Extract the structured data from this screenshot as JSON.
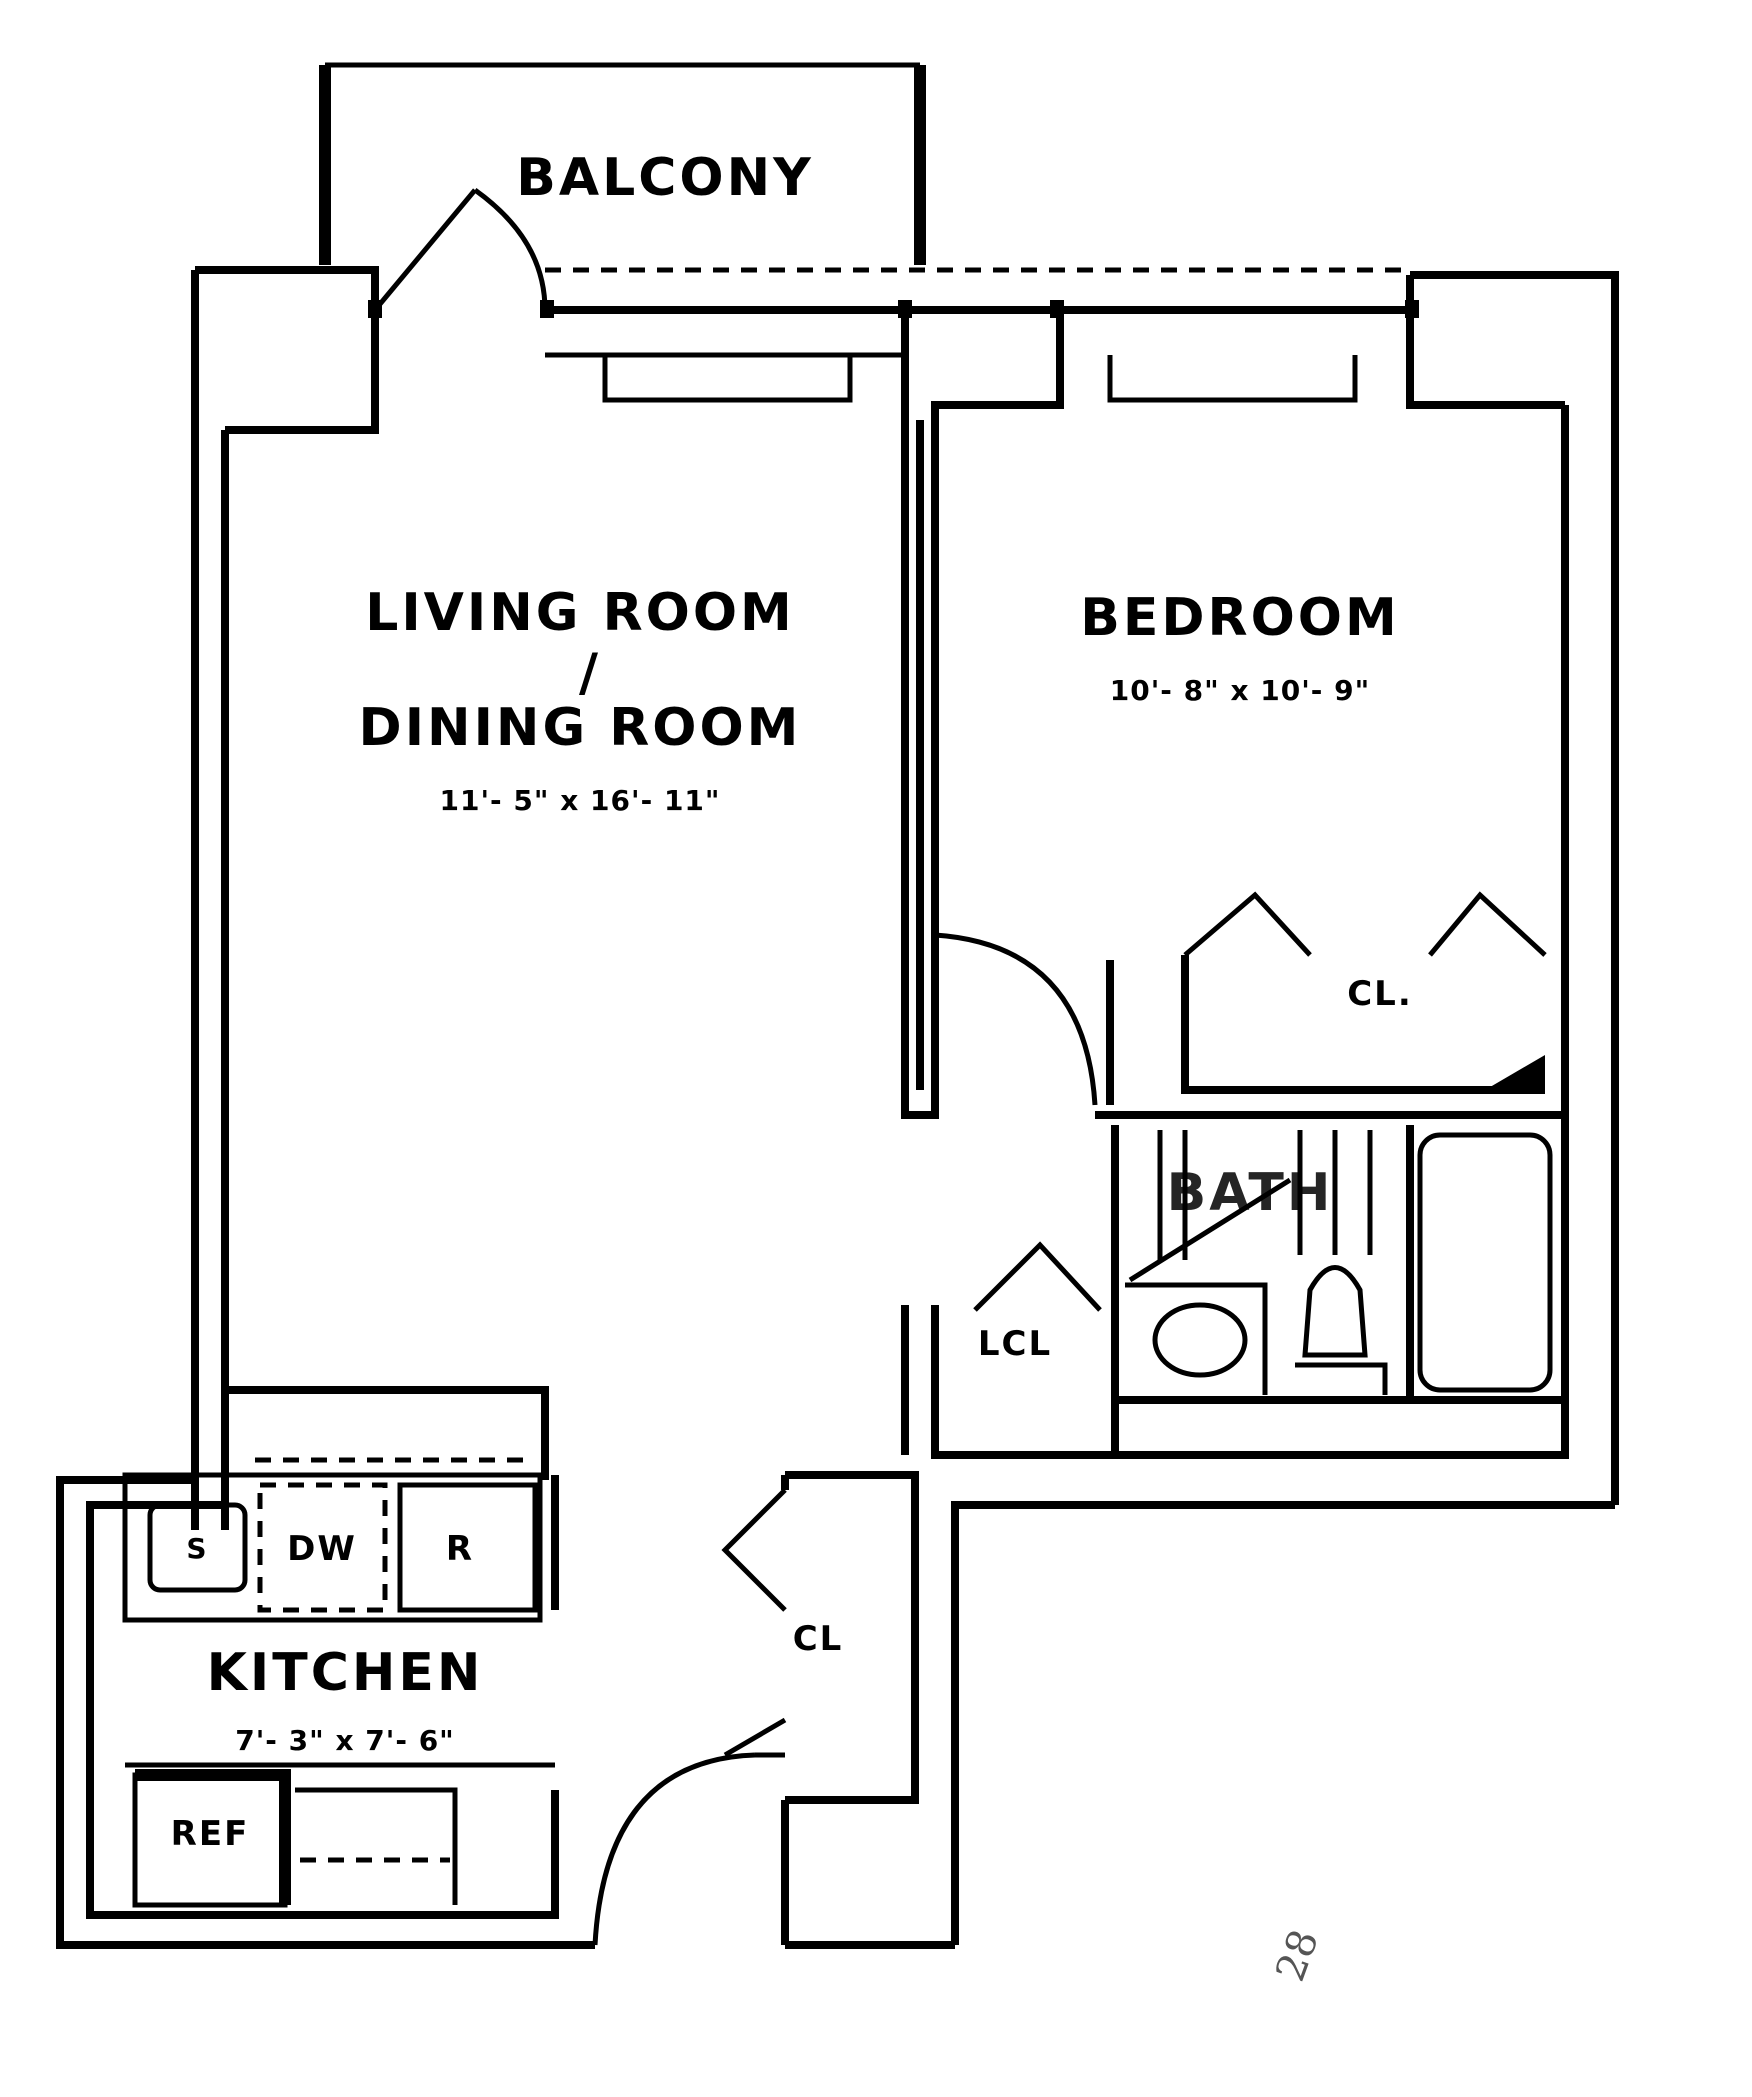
{
  "rooms": {
    "balcony": {
      "label": "BALCONY"
    },
    "living": {
      "label_line1": "LIVING ROOM",
      "separator": "/",
      "label_line2": "DINING ROOM",
      "dimensions": "11'- 5\" x 16'- 11\""
    },
    "bedroom": {
      "label": "BEDROOM",
      "dimensions": "10'- 8\" x 10'- 9\""
    },
    "kitchen": {
      "label": "KITCHEN",
      "dimensions": "7'- 3\" x 7'- 6\""
    },
    "bath": {
      "label": "BATH"
    },
    "bedroom_closet": {
      "label": "CL."
    },
    "linen_closet": {
      "label": "LCL"
    },
    "entry_closet": {
      "label": "CL"
    }
  },
  "appliances": {
    "sink": "S",
    "dishwasher": "DW",
    "range": "R",
    "refrigerator": "REF"
  },
  "annotation": {
    "handwritten_mark": "28"
  }
}
